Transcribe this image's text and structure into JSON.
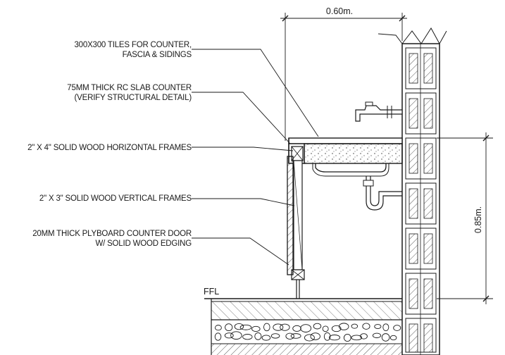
{
  "labels": {
    "tiles_1": "300X300 TILES FOR COUNTER,",
    "tiles_2": "FASCIA & SIDINGS",
    "slab_1": "75MM THICK RC SLAB COUNTER",
    "slab_2": "(VERIFY STRUCTURAL DETAIL)",
    "horizontal_frames": "2\" X 4\" SOLID WOOD HORIZONTAL FRAMES",
    "vertical_frames": "2\" X 3\" SOLID WOOD VERTICAL FRAMES",
    "door_1": "20MM THICK PLYBOARD COUNTER DOOR",
    "door_2": "W/ SOLID WOOD EDGING",
    "ffl": "FFL"
  },
  "dimensions": {
    "width": "0.60m.",
    "height": "0.85m."
  }
}
